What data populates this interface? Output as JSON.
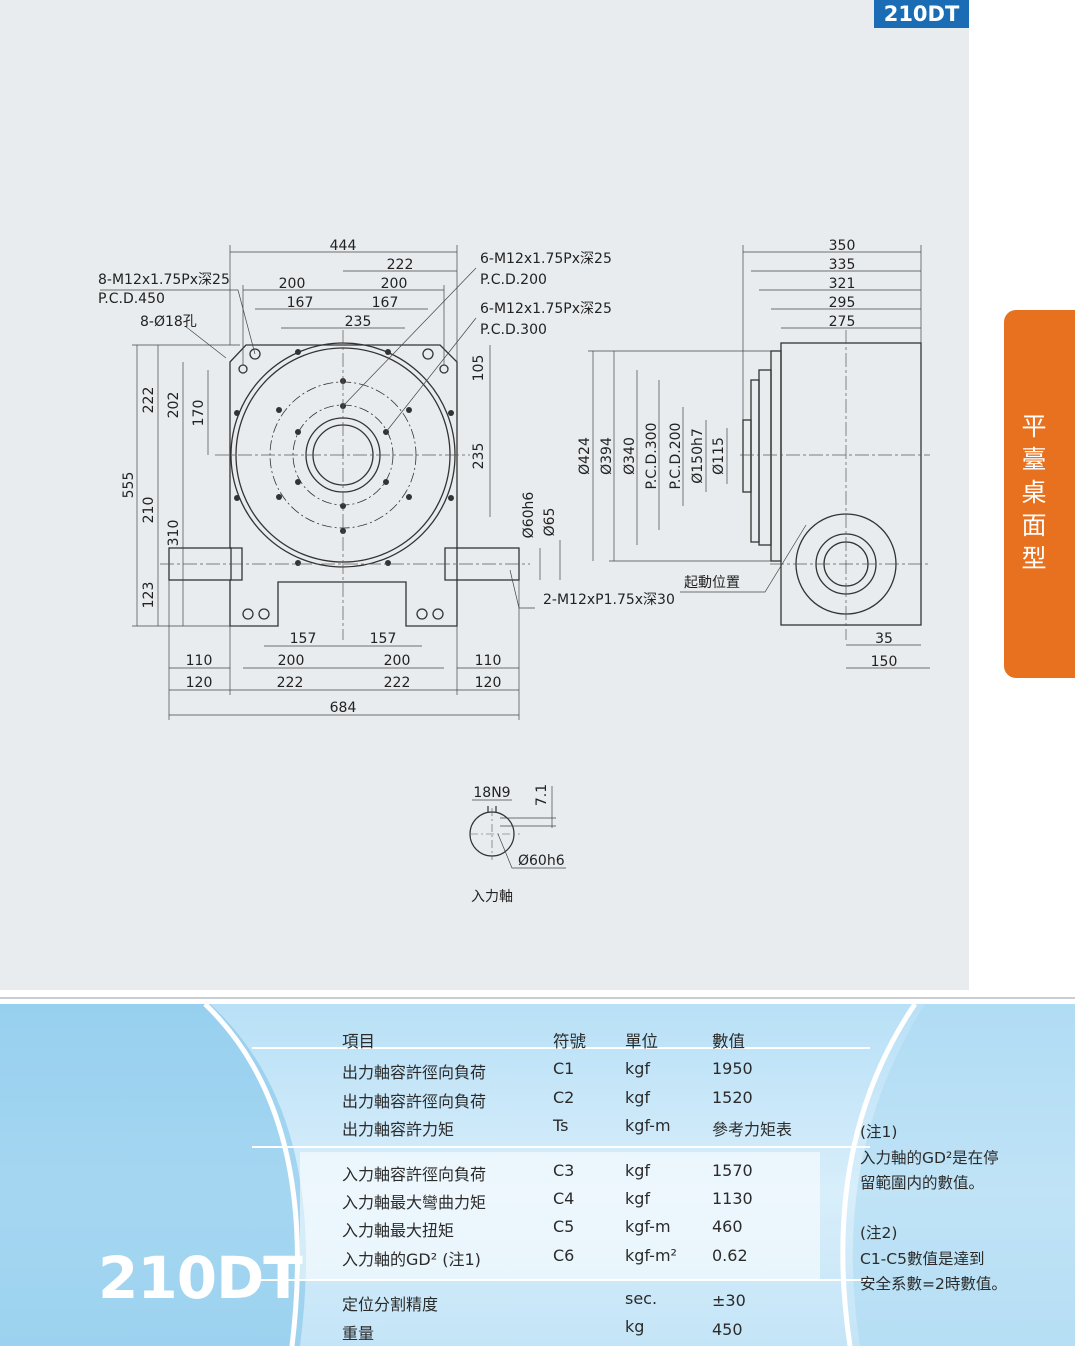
{
  "model": "210DT",
  "side_tab": "平臺桌面型",
  "drawing": {
    "front_view": {
      "dims_top": [
        "444",
        "222",
        "200",
        "200",
        "167",
        "167",
        "235"
      ],
      "dims_left": [
        "555",
        "222",
        "202",
        "170",
        "210",
        "310",
        "123"
      ],
      "dims_inner": [
        "105",
        "235"
      ],
      "dims_bottom": [
        "157",
        "157",
        "110",
        "200",
        "200",
        "110",
        "120",
        "222",
        "222",
        "120",
        "684"
      ],
      "shaft_dims": [
        "Ø60h6",
        "Ø65"
      ],
      "callouts": {
        "left_holes": "8-M12x1.75Px深25",
        "left_pcd": "P.C.D.450",
        "left_bolt": "8-Ø18孔",
        "top_holes_a": "6-M12x1.75Px深25",
        "top_pcd_a": "P.C.D.200",
        "top_holes_b": "6-M12x1.75Px深25",
        "top_pcd_b": "P.C.D.300",
        "shaft_tap": "2-M12xP1.75x深30"
      }
    },
    "side_view": {
      "dims_top": [
        "350",
        "335",
        "321",
        "295",
        "275"
      ],
      "dims_vertical": [
        "Ø424",
        "Ø394",
        "Ø340",
        "P.C.D.300",
        "P.C.D.200",
        "Ø150h7",
        "Ø115"
      ],
      "dims_bottom": [
        "35",
        "150"
      ],
      "start_position": "起動位置"
    },
    "input_shaft": {
      "key": "18N9",
      "depth": "7.1",
      "dia": "Ø60h6",
      "label": "入力軸"
    }
  },
  "specs": {
    "headers": {
      "item": "項目",
      "symbol": "符號",
      "unit": "單位",
      "value": "數值"
    },
    "group1": [
      {
        "item": "出力軸容許徑向負荷",
        "symbol": "C1",
        "unit": "kgf",
        "value": "1950"
      },
      {
        "item": "出力軸容許徑向負荷",
        "symbol": "C2",
        "unit": "kgf",
        "value": "1520"
      },
      {
        "item": "出力軸容許力矩",
        "symbol": "Ts",
        "unit": "kgf-m",
        "value": "參考力矩表"
      }
    ],
    "group2": [
      {
        "item": "入力軸容許徑向負荷",
        "symbol": "C3",
        "unit": "kgf",
        "value": "1570"
      },
      {
        "item": "入力軸最大彎曲力矩",
        "symbol": "C4",
        "unit": "kgf",
        "value": "1130"
      },
      {
        "item": "入力軸最大扭矩",
        "symbol": "C5",
        "unit": "kgf-m",
        "value": "460"
      },
      {
        "item": "入力軸的GD² (注1)",
        "symbol": "C6",
        "unit": "kgf-m²",
        "value": "0.62"
      }
    ],
    "group3": [
      {
        "item": "定位分割精度",
        "symbol": "",
        "unit": "sec.",
        "value": "±30"
      },
      {
        "item": "重量",
        "symbol": "",
        "unit": "kg",
        "value": "450"
      }
    ],
    "notes": {
      "n1_title": "(注1)",
      "n1_line1": "入力軸的GD²是在停",
      "n1_line2": "留範圍内的數值。",
      "n2_title": "(注2)",
      "n2_line1": "C1-C5數值是達到",
      "n2_line2": "安全系數=2時數值。"
    }
  }
}
